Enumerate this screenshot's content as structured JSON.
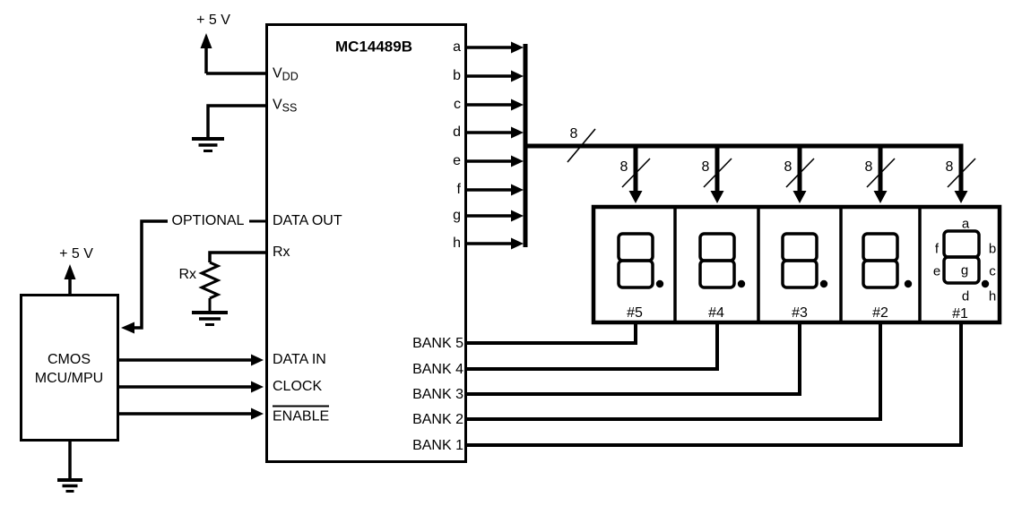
{
  "schematic": {
    "power": {
      "vdd_label": "+ 5 V",
      "mcu_vdd_label": "+ 5 V"
    },
    "driver": {
      "title": "MC14489B",
      "pin_vdd_base": "V",
      "pin_vdd_sub": "DD",
      "pin_vss_base": "V",
      "pin_vss_sub": "SS",
      "pin_data_out": "DATA OUT",
      "pin_rx": "Rx",
      "pin_data_in": "DATA IN",
      "pin_clock": "CLOCK",
      "pin_enable": "ENABLE",
      "segment_outputs": [
        "a",
        "b",
        "c",
        "d",
        "e",
        "f",
        "g",
        "h"
      ],
      "bank_pins": [
        "BANK 5",
        "BANK 4",
        "BANK 3",
        "BANK 2",
        "BANK 1"
      ]
    },
    "mcu": {
      "label_line1": "CMOS",
      "label_line2": "MCU/MPU"
    },
    "optional_label": "OPTIONAL",
    "resistor_label": "Rx",
    "bus": {
      "width_label": "8"
    },
    "displays": {
      "units": [
        "#5",
        "#4",
        "#3",
        "#2",
        "#1"
      ],
      "segment_labels": [
        "a",
        "f",
        "b",
        "e",
        "g",
        "c",
        "d",
        "h"
      ]
    },
    "colors": {
      "ink": "#000000",
      "background": "#ffffff"
    }
  }
}
